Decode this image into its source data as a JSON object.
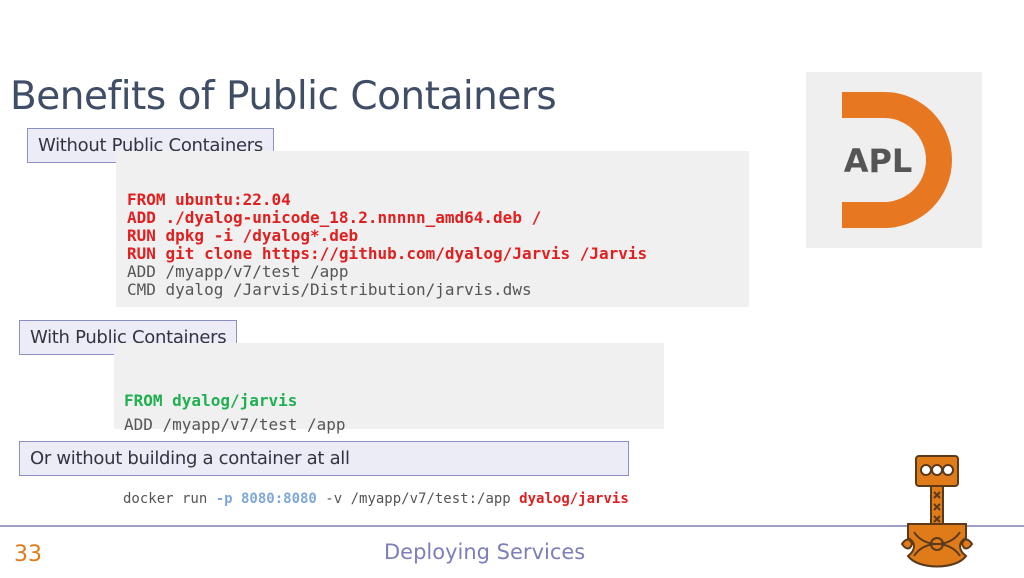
{
  "slide": {
    "title": "Benefits of Public Containers",
    "page_number": "33",
    "footer": "Deploying Services"
  },
  "sections": {
    "without": {
      "label": "Without Public Containers",
      "lines": [
        "FROM ubuntu:22.04",
        "ADD ./dyalog-unicode_18.2.nnnnn_amd64.deb /",
        "RUN dpkg -i /dyalog*.deb",
        "RUN git clone https://github.com/dyalog/Jarvis /Jarvis",
        "ADD /myapp/v7/test /app",
        "CMD dyalog /Jarvis/Distribution/jarvis.dws"
      ]
    },
    "with": {
      "label": "With Public Containers",
      "lines": [
        "FROM dyalog/jarvis",
        "ADD /myapp/v7/test /app"
      ]
    },
    "no_build": {
      "label": "Or without building a container at all",
      "cmd_part1": "docker run ",
      "cmd_flag": "-p 8080:8080",
      "cmd_part2": " -v /myapp/v7/test:/app ",
      "cmd_image": "dyalog/jarvis"
    }
  },
  "logos": {
    "apl_logo_text": "APL",
    "apl_logo_color": "#e87722",
    "hammer_icon": "thors-hammer-icon"
  }
}
